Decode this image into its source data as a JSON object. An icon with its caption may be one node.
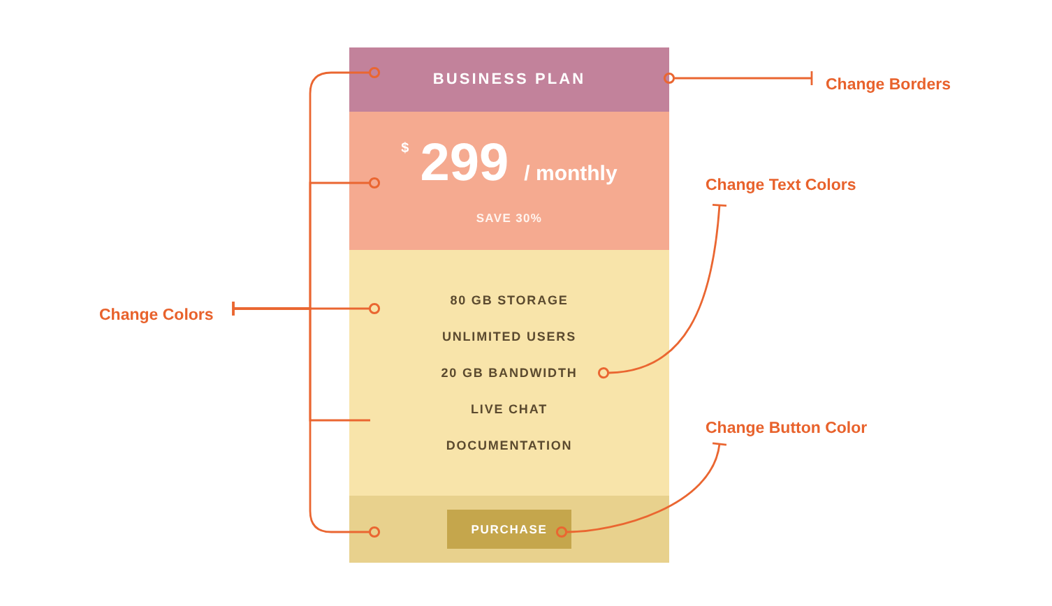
{
  "diagram": {
    "nodes": [
      {
        "text": [
          "BUSINESS PLAN"
        ]
      },
      {
        "text": [
          "$",
          "299",
          "/ monthly",
          "SAVE 30%"
        ]
      },
      {
        "text": [
          "80 GB STORAGE",
          "UNLIMITED USERS",
          "20 GB BANDWIDTH",
          "LIVE CHAT",
          "DOCUMENTATION"
        ]
      },
      {
        "text": [],
        "shape": "box"
      },
      {
        "text": [
          "PURCHASE"
        ],
        "in": 3
      },
      {
        "text": [
          "Change Borders"
        ]
      },
      {
        "text": [
          "Change Text Colors"
        ]
      },
      {
        "text": [
          "Change Colors"
        ]
      },
      {
        "text": [
          "Change Button Color"
        ]
      }
    ],
    "edges": [
      {
        "from": 5,
        "to": 0,
        "arrow": "other"
      },
      {
        "from": 6,
        "to": 2,
        "arrow": "other"
      },
      {
        "from": 7,
        "to": 0,
        "arrow": "other"
      },
      {
        "from": 7,
        "to": 1,
        "arrow": "other"
      },
      {
        "from": 7,
        "to": 2,
        "arrow": "other"
      },
      {
        "from": 7,
        "to": 2,
        "arrow": "other"
      },
      {
        "from": 7,
        "to": 3,
        "arrow": "other"
      },
      {
        "from": 8,
        "to": 4,
        "arrow": "other"
      }
    ]
  }
}
